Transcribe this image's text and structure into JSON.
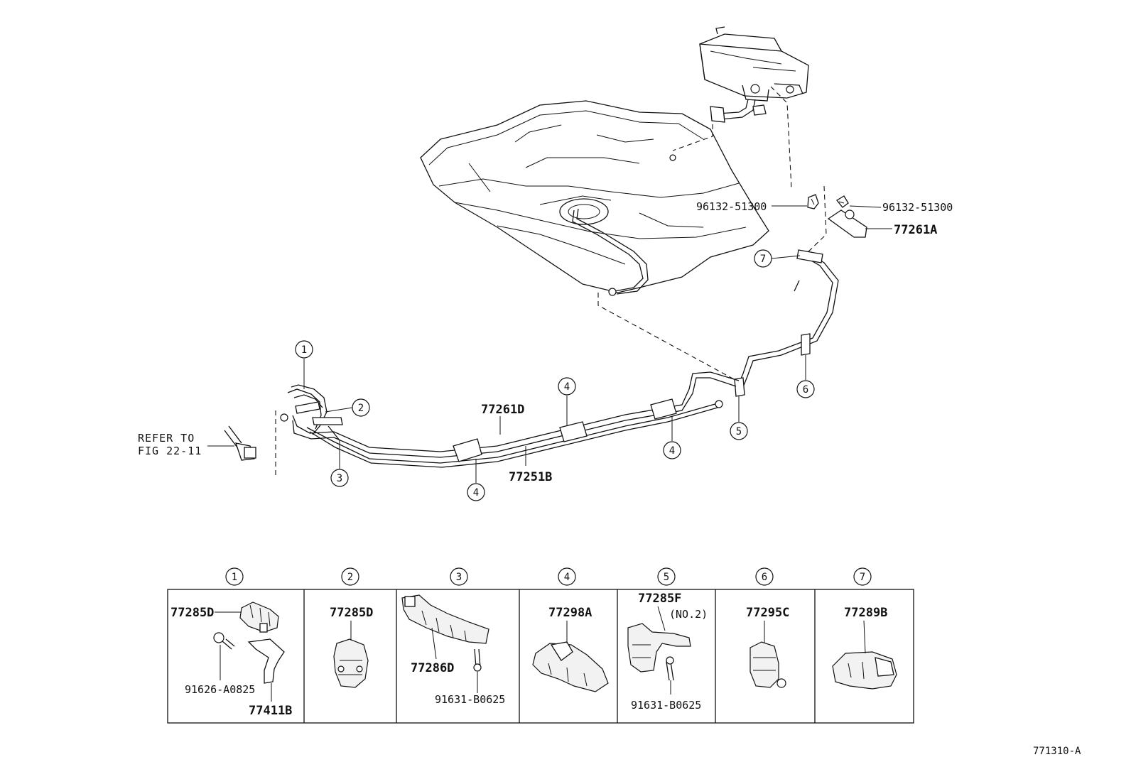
{
  "diagram": {
    "code": "771310-A",
    "refer_note": {
      "line1": "REFER TO",
      "line2": "FIG 22-11"
    },
    "callouts": [
      "1",
      "2",
      "3",
      "4",
      "4",
      "4",
      "4",
      "5",
      "6",
      "7"
    ],
    "parts": {
      "tube_upper": "77261D",
      "tube_lower": "77251B",
      "hose_clamp_left": "96132-51300",
      "hose_clamp_right": "96132-51300",
      "hose": "77261A"
    },
    "detail_panels": [
      {
        "num": "1",
        "labels": [
          "77285D",
          "91626-A0825",
          "77411B"
        ]
      },
      {
        "num": "2",
        "labels": [
          "77285D"
        ]
      },
      {
        "num": "3",
        "labels": [
          "77286D",
          "91631-B0625"
        ]
      },
      {
        "num": "4",
        "labels": [
          "77298A"
        ]
      },
      {
        "num": "5",
        "labels": [
          "77285F",
          "(NO.2)",
          "91631-B0625"
        ]
      },
      {
        "num": "6",
        "labels": [
          "77295C"
        ]
      },
      {
        "num": "7",
        "labels": [
          "77289B"
        ]
      }
    ]
  }
}
